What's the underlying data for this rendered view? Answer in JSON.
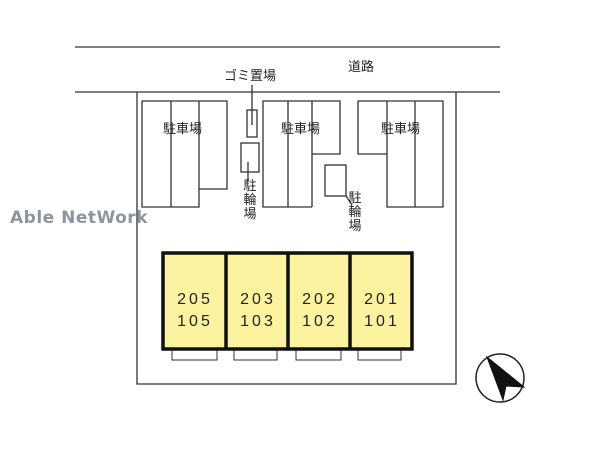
{
  "road_label": "道路",
  "garbage_label": "ゴミ置場",
  "parking_labels": [
    "駐車場",
    "駐車場",
    "駐車場"
  ],
  "bicycle_labels": [
    "駐輪場",
    "駐輪場"
  ],
  "units": [
    {
      "upper": "205",
      "lower": "105"
    },
    {
      "upper": "203",
      "lower": "103"
    },
    {
      "upper": "202",
      "lower": "102"
    },
    {
      "upper": "201",
      "lower": "101"
    }
  ],
  "watermark": "Able NetWork",
  "colors": {
    "building_fill": "#fbf3a0",
    "line": "#222222"
  }
}
